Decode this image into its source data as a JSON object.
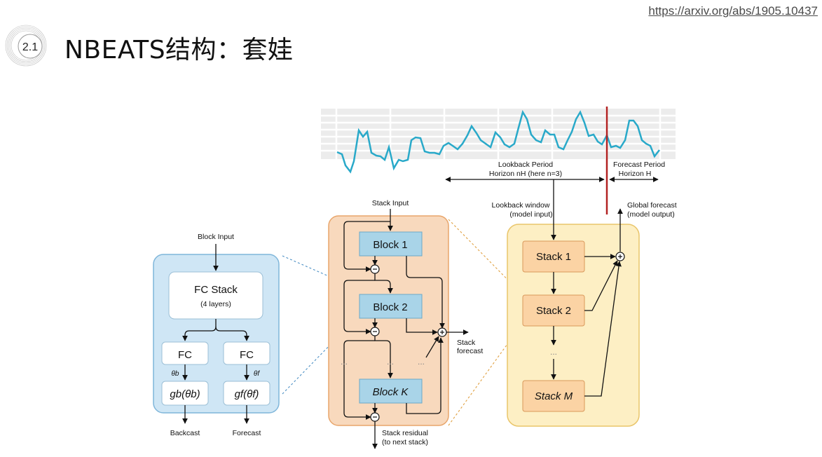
{
  "header": {
    "link": "https://arxiv.org/abs/1905.10437",
    "section_number": "2.1",
    "title": "NBEATS结构：套娃"
  },
  "timeseries": {
    "lookback_label_1": "Lookback Period",
    "lookback_label_2": "Horizon nH (here n=3)",
    "forecast_label_1": "Forecast Period",
    "forecast_label_2": "Horizon H"
  },
  "block_panel": {
    "input": "Block Input",
    "fc_stack": "FC Stack",
    "fc_stack_sub": "(4 layers)",
    "fc_left": "FC",
    "fc_right": "FC",
    "theta_b": "θb",
    "theta_f": "θf",
    "g_b": "gb(θb)",
    "g_f": "gf(θf)",
    "backcast": "Backcast",
    "forecast": "Forecast"
  },
  "stack_panel": {
    "input": "Stack Input",
    "block1": "Block 1",
    "block2": "Block 2",
    "blockK": "Block K",
    "dots": "...",
    "forecast_1": "Stack",
    "forecast_2": "forecast",
    "residual_1": "Stack residual",
    "residual_2": "(to next stack)"
  },
  "model_panel": {
    "lookback_1": "Lookback window",
    "lookback_2": "(model input)",
    "global_1": "Global forecast",
    "global_2": "(model output)",
    "stack1": "Stack 1",
    "stack2": "Stack 2",
    "stackM": "Stack M",
    "dots": "..."
  },
  "colors": {
    "block_panel_fill": "#cfe6f5",
    "block_panel_stroke": "#7fb6da",
    "stack_panel_fill": "#f8d9bd",
    "stack_panel_stroke": "#e8a56b",
    "model_panel_fill": "#fdefc4",
    "model_panel_stroke": "#e9c56a",
    "block_box_fill": "#a9d4e8",
    "stack_box_fill": "#fbd3a4",
    "series_line": "#29a9c9",
    "split_line": "#b22222"
  }
}
